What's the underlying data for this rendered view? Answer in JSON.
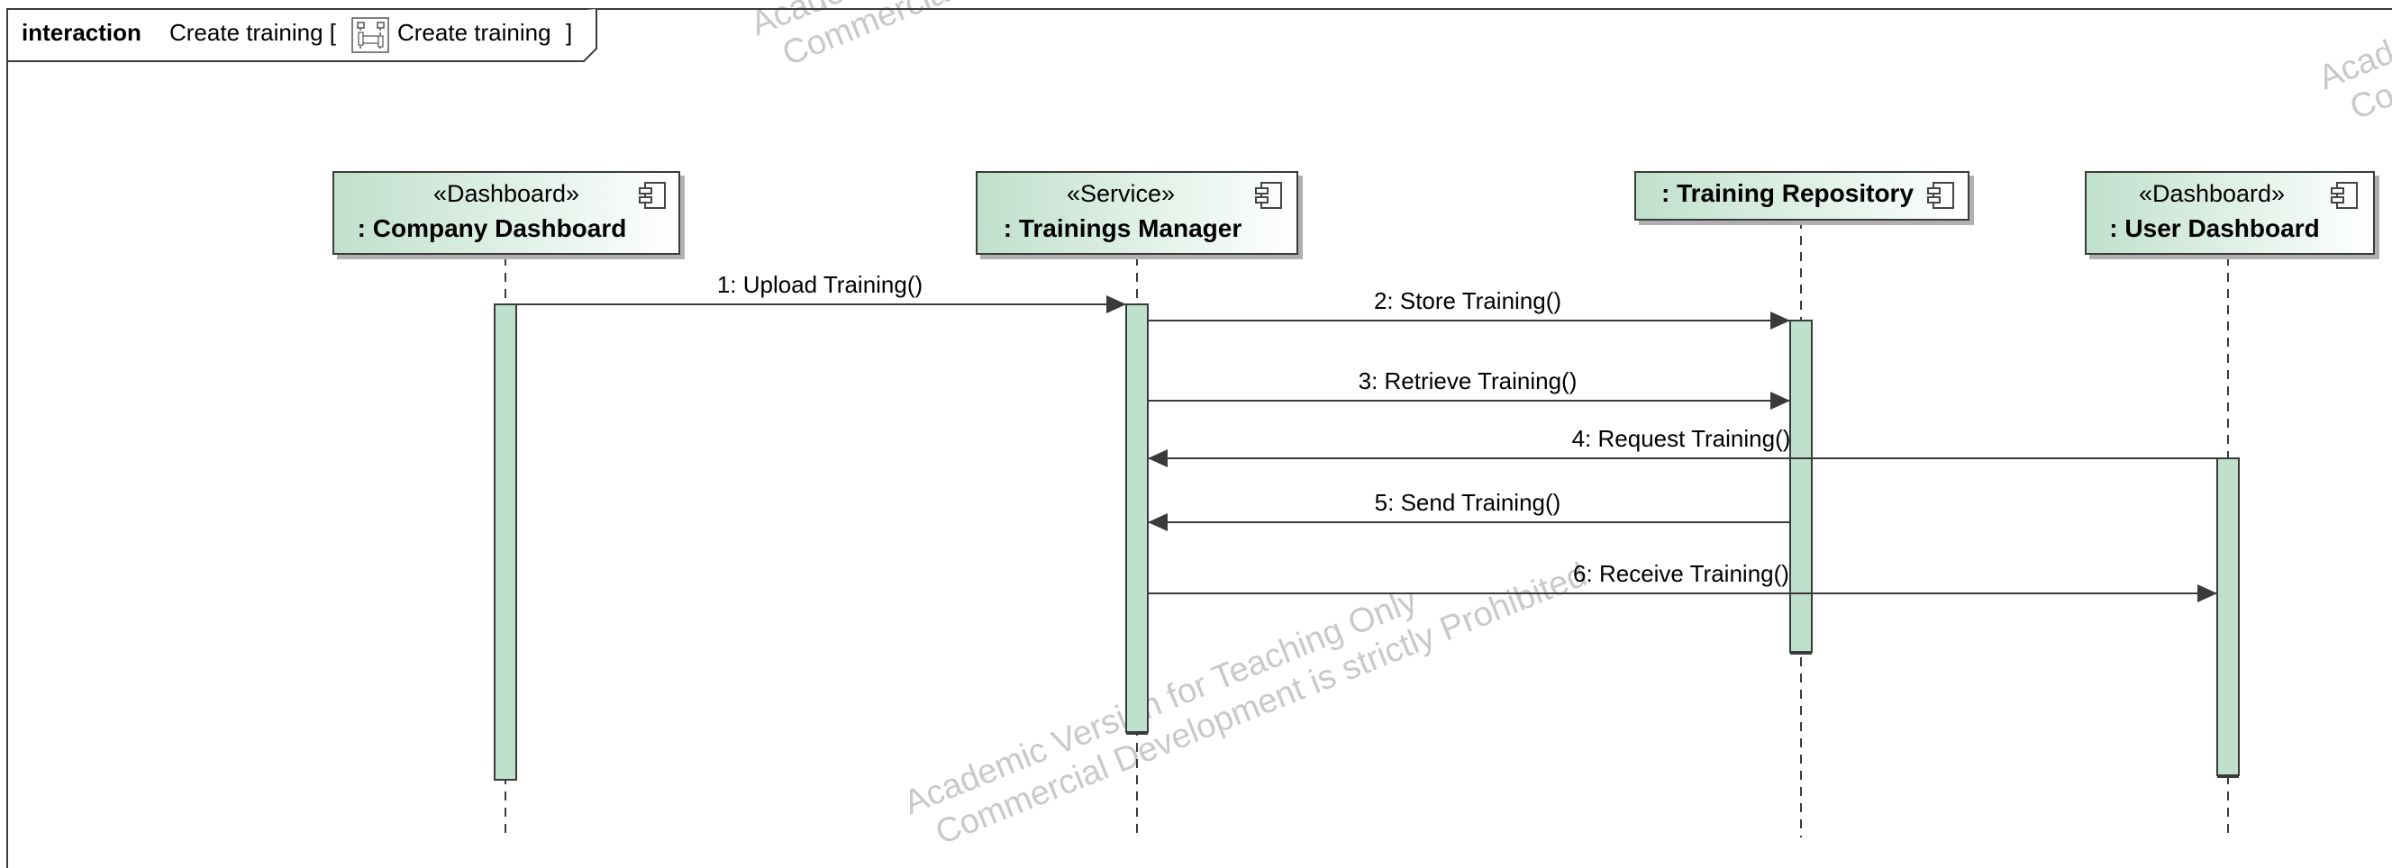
{
  "frame": {
    "keyword": "interaction",
    "name": "Create training [",
    "ref_name": "Create training",
    "close": "]"
  },
  "lifelines": [
    {
      "id": "company",
      "stereotype": "«Dashboard»",
      "name": ": Company Dashboard"
    },
    {
      "id": "manager",
      "stereotype": "«Service»",
      "name": ": Trainings Manager"
    },
    {
      "id": "repo",
      "stereotype": "",
      "name": ": Training Repository"
    },
    {
      "id": "user",
      "stereotype": "«Dashboard»",
      "name": ": User Dashboard"
    }
  ],
  "messages": [
    {
      "label": "1: Upload Training()",
      "from": "company",
      "to": "manager"
    },
    {
      "label": "2: Store Training()",
      "from": "manager",
      "to": "repo"
    },
    {
      "label": "3: Retrieve Training()",
      "from": "manager",
      "to": "repo"
    },
    {
      "label": "4: Request Training()",
      "from": "user",
      "to": "manager"
    },
    {
      "label": "5: Send Training()",
      "from": "repo",
      "to": "manager"
    },
    {
      "label": "6: Receive Training()",
      "from": "manager",
      "to": "user"
    }
  ],
  "watermark": {
    "line1": "Academic Version for Teaching Only",
    "line2": "Commercial Development is strictly Prohibited",
    "corner_line1": "Academic Version for Teaching Only",
    "corner_line2": "Commercial Development is strictly Prohibited"
  },
  "colors": {
    "header_fill_start": "#bfe0cc",
    "header_fill_end": "#ffffff",
    "activation_fill": "#bfe0cc",
    "line": "#3a3a3a",
    "watermark": "#c9c9c9"
  },
  "icons": {
    "component": "component-icon",
    "interaction_ref": "sequence-diagram-icon"
  }
}
